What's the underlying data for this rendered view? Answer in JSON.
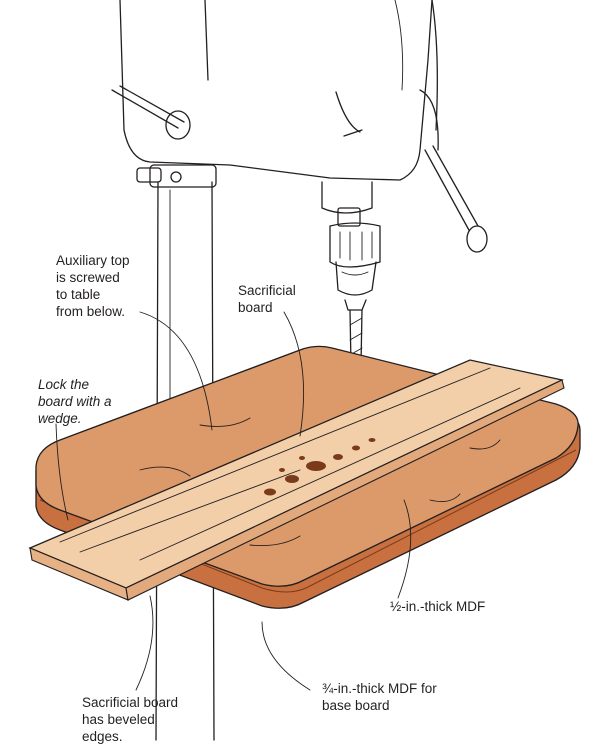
{
  "labels": {
    "auxiliary_top": "Auxiliary top\nis screwed\nto table\nfrom below.",
    "sacrificial_board": "Sacrificial\nboard",
    "lock_board": "Lock the\nboard with a\nwedge.",
    "half_inch_mdf": "½-in.-thick MDF",
    "beveled_edges": "Sacrificial board\nhas beveled\nedges.",
    "base_board": "¾-in.-thick MDF for\nbase board"
  },
  "colors": {
    "base_board": "#c8703f",
    "auxiliary_top": "#dc9a6a",
    "sacrificial_board": "#f3cfa9",
    "ink": "#231f20"
  }
}
